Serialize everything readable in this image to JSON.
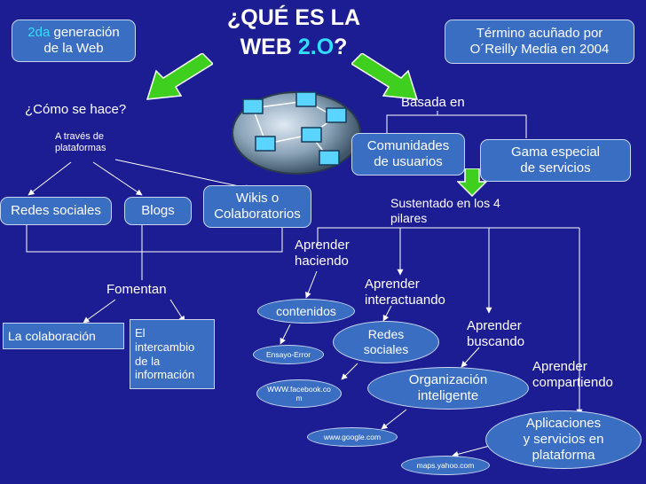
{
  "title": {
    "prefix": "¿QUÉ ES LA",
    "web": "WEB",
    "version": "2.O",
    "suffix": "?"
  },
  "top_left_box": {
    "highlight": "2da",
    "rest": "generación",
    "line2": "de la Web"
  },
  "top_right_box": {
    "line1": "Término acuñado por",
    "line2": "O´Reilly Media en 2004"
  },
  "como_se_hace": "¿Cómo se hace?",
  "a_traves": {
    "line1": "A través de",
    "line2": "plataformas"
  },
  "basada_en": "Basada en",
  "comunidades": {
    "line1": "Comunidades",
    "line2": "de usuarios"
  },
  "gama": {
    "line1": "Gama especial",
    "line2": "de servicios"
  },
  "platforms": {
    "redes_sociales": "Redes sociales",
    "blogs": "Blogs",
    "wikis_line1": "Wikis o",
    "wikis_line2": "Colaboratorios"
  },
  "sustentado": {
    "line1": "Sustentado en los  4",
    "line2": "pilares"
  },
  "fomentan": "Fomentan",
  "la_colaboracion": "La colaboración",
  "intercambio": {
    "l1": "El",
    "l2": "intercambio",
    "l3": "de la",
    "l4": "información"
  },
  "pillars": {
    "haciendo": {
      "l1": "Aprender",
      "l2": "haciendo"
    },
    "interactuando": {
      "l1": "Aprender",
      "l2": "interactuando"
    },
    "buscando": {
      "l1": "Aprender",
      "l2": "buscando"
    },
    "compartiendo": {
      "l1": "Aprender",
      "l2": "compartiendo"
    }
  },
  "contenidos": "contenidos",
  "redes_pill": {
    "l1": "Redes",
    "l2": "sociales"
  },
  "organizacion": {
    "l1": "Organización",
    "l2": "inteligente"
  },
  "aplicaciones": {
    "l1": "Aplicaciones",
    "l2": "y servicios en",
    "l3": "plataforma"
  },
  "examples": {
    "ensayo": "Ensayo-Error",
    "facebook_l1": "WWW.facebook.co",
    "facebook_l2": "m",
    "google": "www.google.com",
    "yahoo": "maps.yahoo.com"
  },
  "colors": {
    "background": "#1c1c93",
    "box": "#3a6ec3",
    "arrow_green": "#3fcf1f",
    "highlight": "#33ddff"
  }
}
